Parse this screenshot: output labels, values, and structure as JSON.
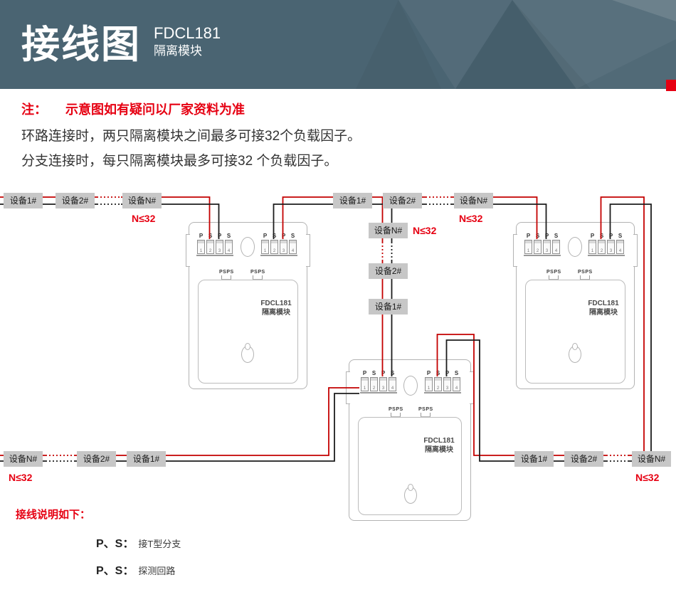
{
  "header": {
    "title": "接线图",
    "model": "FDCL181",
    "subtitle": "隔离模块"
  },
  "notes": {
    "label": "注：",
    "warning": "示意图如有疑问以厂家资料为准",
    "line1": "环路连接时，两只隔离模块之间最多可接32个负载因子。",
    "line2": "分支连接时，每只隔离模块最多可接32 个负载因子。"
  },
  "diagram": {
    "device1": "设备1#",
    "device2": "设备2#",
    "deviceN": "设备N#",
    "n_limit": "N≤32",
    "terminal_letters": [
      "P",
      "S",
      "P",
      "S"
    ],
    "terminal_numbers": [
      "1",
      "2",
      "3",
      "4"
    ],
    "psps": "PSPS",
    "module_model": "FDCL181",
    "module_name": "隔离模块"
  },
  "legend": {
    "title": "接线说明如下：",
    "item1_label": "P、S：",
    "item1_desc": "接T型分支",
    "item2_label": "P、S：",
    "item2_desc": "探测回路"
  },
  "colors": {
    "header_bg": "#4a6472",
    "accent_red": "#e60012",
    "wire_red": "#c40000",
    "wire_black": "#1c1c1c",
    "device_bg": "#c7c7c7"
  }
}
